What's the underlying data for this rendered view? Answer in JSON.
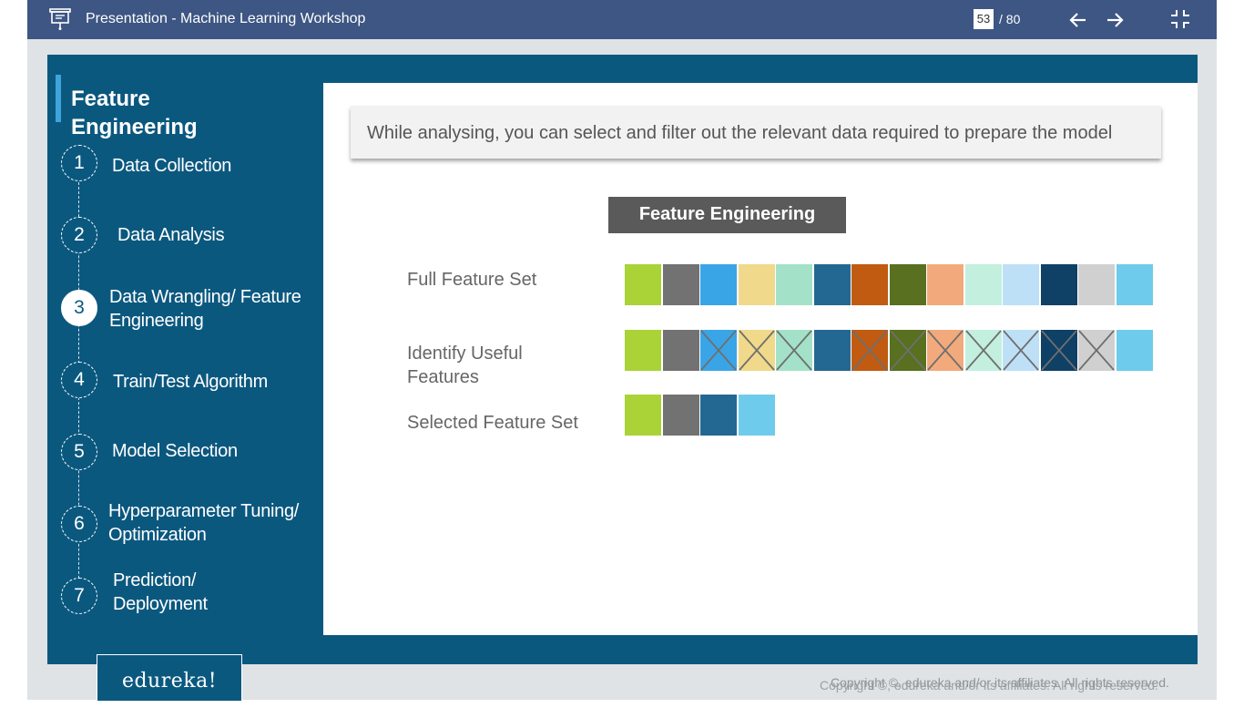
{
  "topbar": {
    "title": "Presentation - Machine Learning Workshop",
    "current_page": "53",
    "total_pages": "/ 80"
  },
  "sidebar": {
    "section_title": "Feature Engineering",
    "steps": [
      {
        "num": "1",
        "label": "Data Collection"
      },
      {
        "num": "2",
        "label": "Data Analysis"
      },
      {
        "num": "3",
        "label": "Data Wrangling/ Feature Engineering"
      },
      {
        "num": "4",
        "label": "Train/Test Algorithm"
      },
      {
        "num": "5",
        "label": "Model Selection"
      },
      {
        "num": "6",
        "label": "Hyperparameter Tuning/ Optimization"
      },
      {
        "num": "7",
        "label": "Prediction/ Deployment"
      }
    ],
    "active_step": 3
  },
  "logo": "edureka!",
  "main": {
    "callout": "While analysing, you can select and filter out the relevant data required to prepare the  model",
    "diagram_title": "Feature Engineering",
    "rows": [
      {
        "label": "Full Feature Set"
      },
      {
        "label": "Identify Useful Features"
      },
      {
        "label": "Selected Feature Set"
      }
    ],
    "feature_colors": [
      "#a9d337",
      "#727272",
      "#3aa5e6",
      "#f0d98a",
      "#a3e2c8",
      "#236892",
      "#c15b12",
      "#58701f",
      "#f2aa7c",
      "#c3efdf",
      "#bde0f7",
      "#0f4066",
      "#d0d0d0",
      "#6ecbeb"
    ],
    "useful_flags": [
      true,
      true,
      false,
      false,
      false,
      true,
      false,
      false,
      false,
      false,
      false,
      false,
      false,
      true
    ],
    "selected_colors": [
      "#a9d337",
      "#727272",
      "#236892",
      "#6ecbeb"
    ]
  },
  "footer": {
    "copyright": "Copyright ©, edureka and/or its affiliates. All rights reserved."
  }
}
